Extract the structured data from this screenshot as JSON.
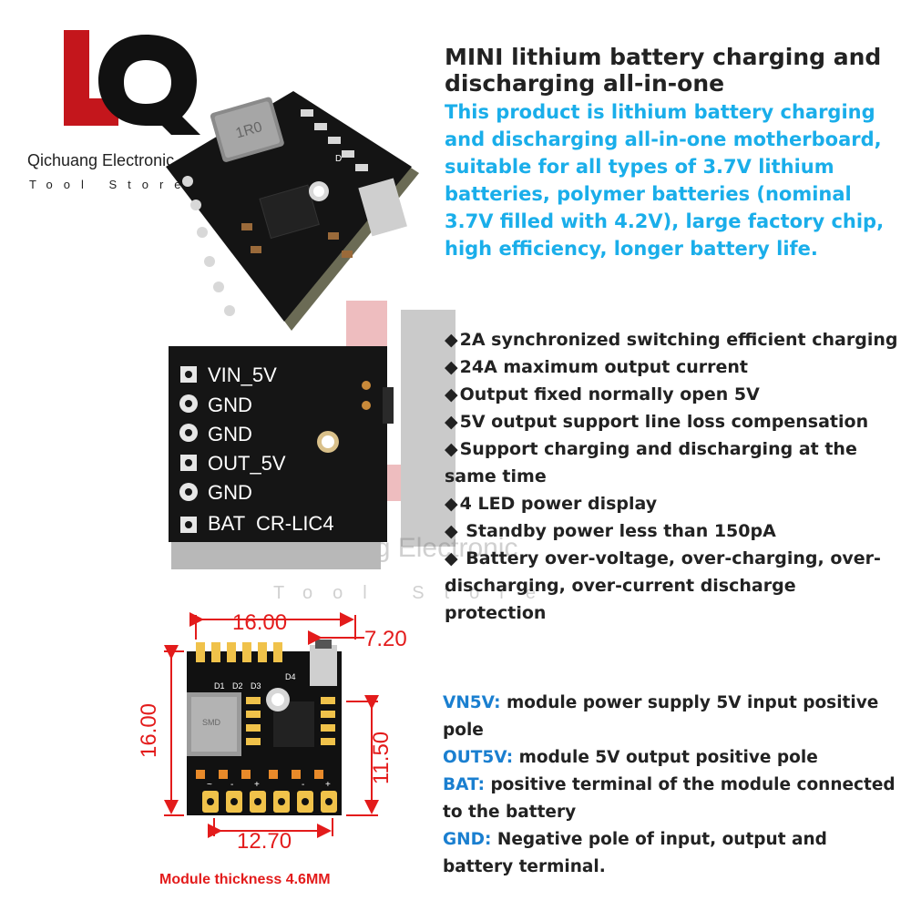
{
  "logo": {
    "brand_name": "Qichuang Electronic",
    "brand_sub": "Tool Store",
    "icon": "lq-logo-icon",
    "colors": {
      "red": "#c4161c",
      "black": "#111111"
    }
  },
  "watermark": {
    "brand_name": "Qichuang Electronic",
    "brand_sub": "Tool Store"
  },
  "title": "MINI lithium battery charging and discharging all-in-one",
  "intro": "This product is lithium battery charging and discharging all-in-one motherboard, suitable for all types of 3.7V lithium batteries, polymer batteries (nominal 3.7V filled with 4.2V), large factory chip, high efficiency, longer battery life.",
  "features": {
    "bullet": "◆",
    "items": [
      "2A synchronized switching efficient charging",
      "24A maximum output current",
      "Output fixed normally open 5V",
      "5V output support line loss compensation",
      "Support charging and discharging at the same time",
      "4 LED power display",
      " Standby power less than 150pA",
      " Battery over-voltage, over-charging, over-discharging, over-current discharge protection"
    ]
  },
  "pins": [
    {
      "key": "VN5V:",
      "text": " module power supply 5V input positive pole"
    },
    {
      "key": "OUT5V:",
      "text": " module 5V output positive pole"
    },
    {
      "key": "BAT:",
      "text": " positive terminal of the module connected to the battery"
    },
    {
      "key": "GND:",
      "text": " Negative pole of input, output and battery terminal."
    }
  ],
  "board_top": {
    "inductor_mark": "1R0",
    "led_mark": "D"
  },
  "board_back": {
    "labels": [
      "VIN_5V",
      "GND",
      "GND",
      "OUT_5V",
      "GND",
      "BAT  CR-LIC4"
    ]
  },
  "dimensions": {
    "width_top": "16.00",
    "offset_top": "7.20",
    "height_left": "16.00",
    "height_right": "11.50",
    "width_bottom": "12.70",
    "leds": [
      "D1",
      "D2",
      "D3",
      "D4"
    ],
    "inductor_text": "SMD",
    "pin_marks": [
      "~",
      "-",
      "+",
      "-",
      "+"
    ]
  },
  "thickness_note": "Module thickness 4.6MM",
  "colors": {
    "accent_blue": "#1aaeea",
    "pin_blue": "#1a7fd0",
    "dimension_red": "#e31b1b",
    "pcb": "#111111"
  }
}
